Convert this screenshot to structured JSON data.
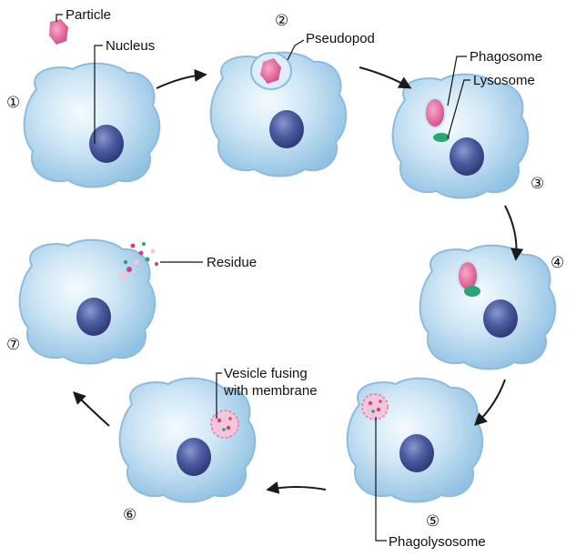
{
  "steps": [
    {
      "number": "①"
    },
    {
      "number": "②"
    },
    {
      "number": "③"
    },
    {
      "number": "④"
    },
    {
      "number": "⑤"
    },
    {
      "number": "⑥"
    },
    {
      "number": "⑦"
    }
  ],
  "labels": {
    "particle": "Particle",
    "nucleus": "Nucleus",
    "pseudopod": "Pseudopod",
    "phagosome": "Phagosome",
    "lysosome": "Lysosome",
    "residue": "Residue",
    "vesicle_line1": "Vesicle fusing",
    "vesicle_line2": "with membrane",
    "phagolysosome": "Phagolysosome"
  },
  "colors": {
    "cell_fill": "#bcdcf0",
    "cell_edge": "#7fb3d8",
    "nucleus": "#41508f",
    "particle": "#e0609a",
    "lysosome": "#2aa676",
    "arrow": "#1a1a1a"
  }
}
